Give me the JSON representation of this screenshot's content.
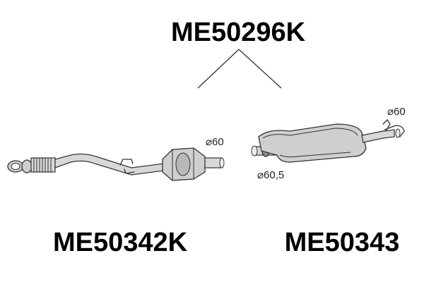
{
  "kit": {
    "code": "ME50296K"
  },
  "parts": [
    {
      "code": "ME50342K",
      "diameter_label": "⌀60"
    },
    {
      "code": "ME50343",
      "diameter_outlet_label": "⌀60",
      "diameter_inlet_label": "⌀60,5"
    }
  ]
}
